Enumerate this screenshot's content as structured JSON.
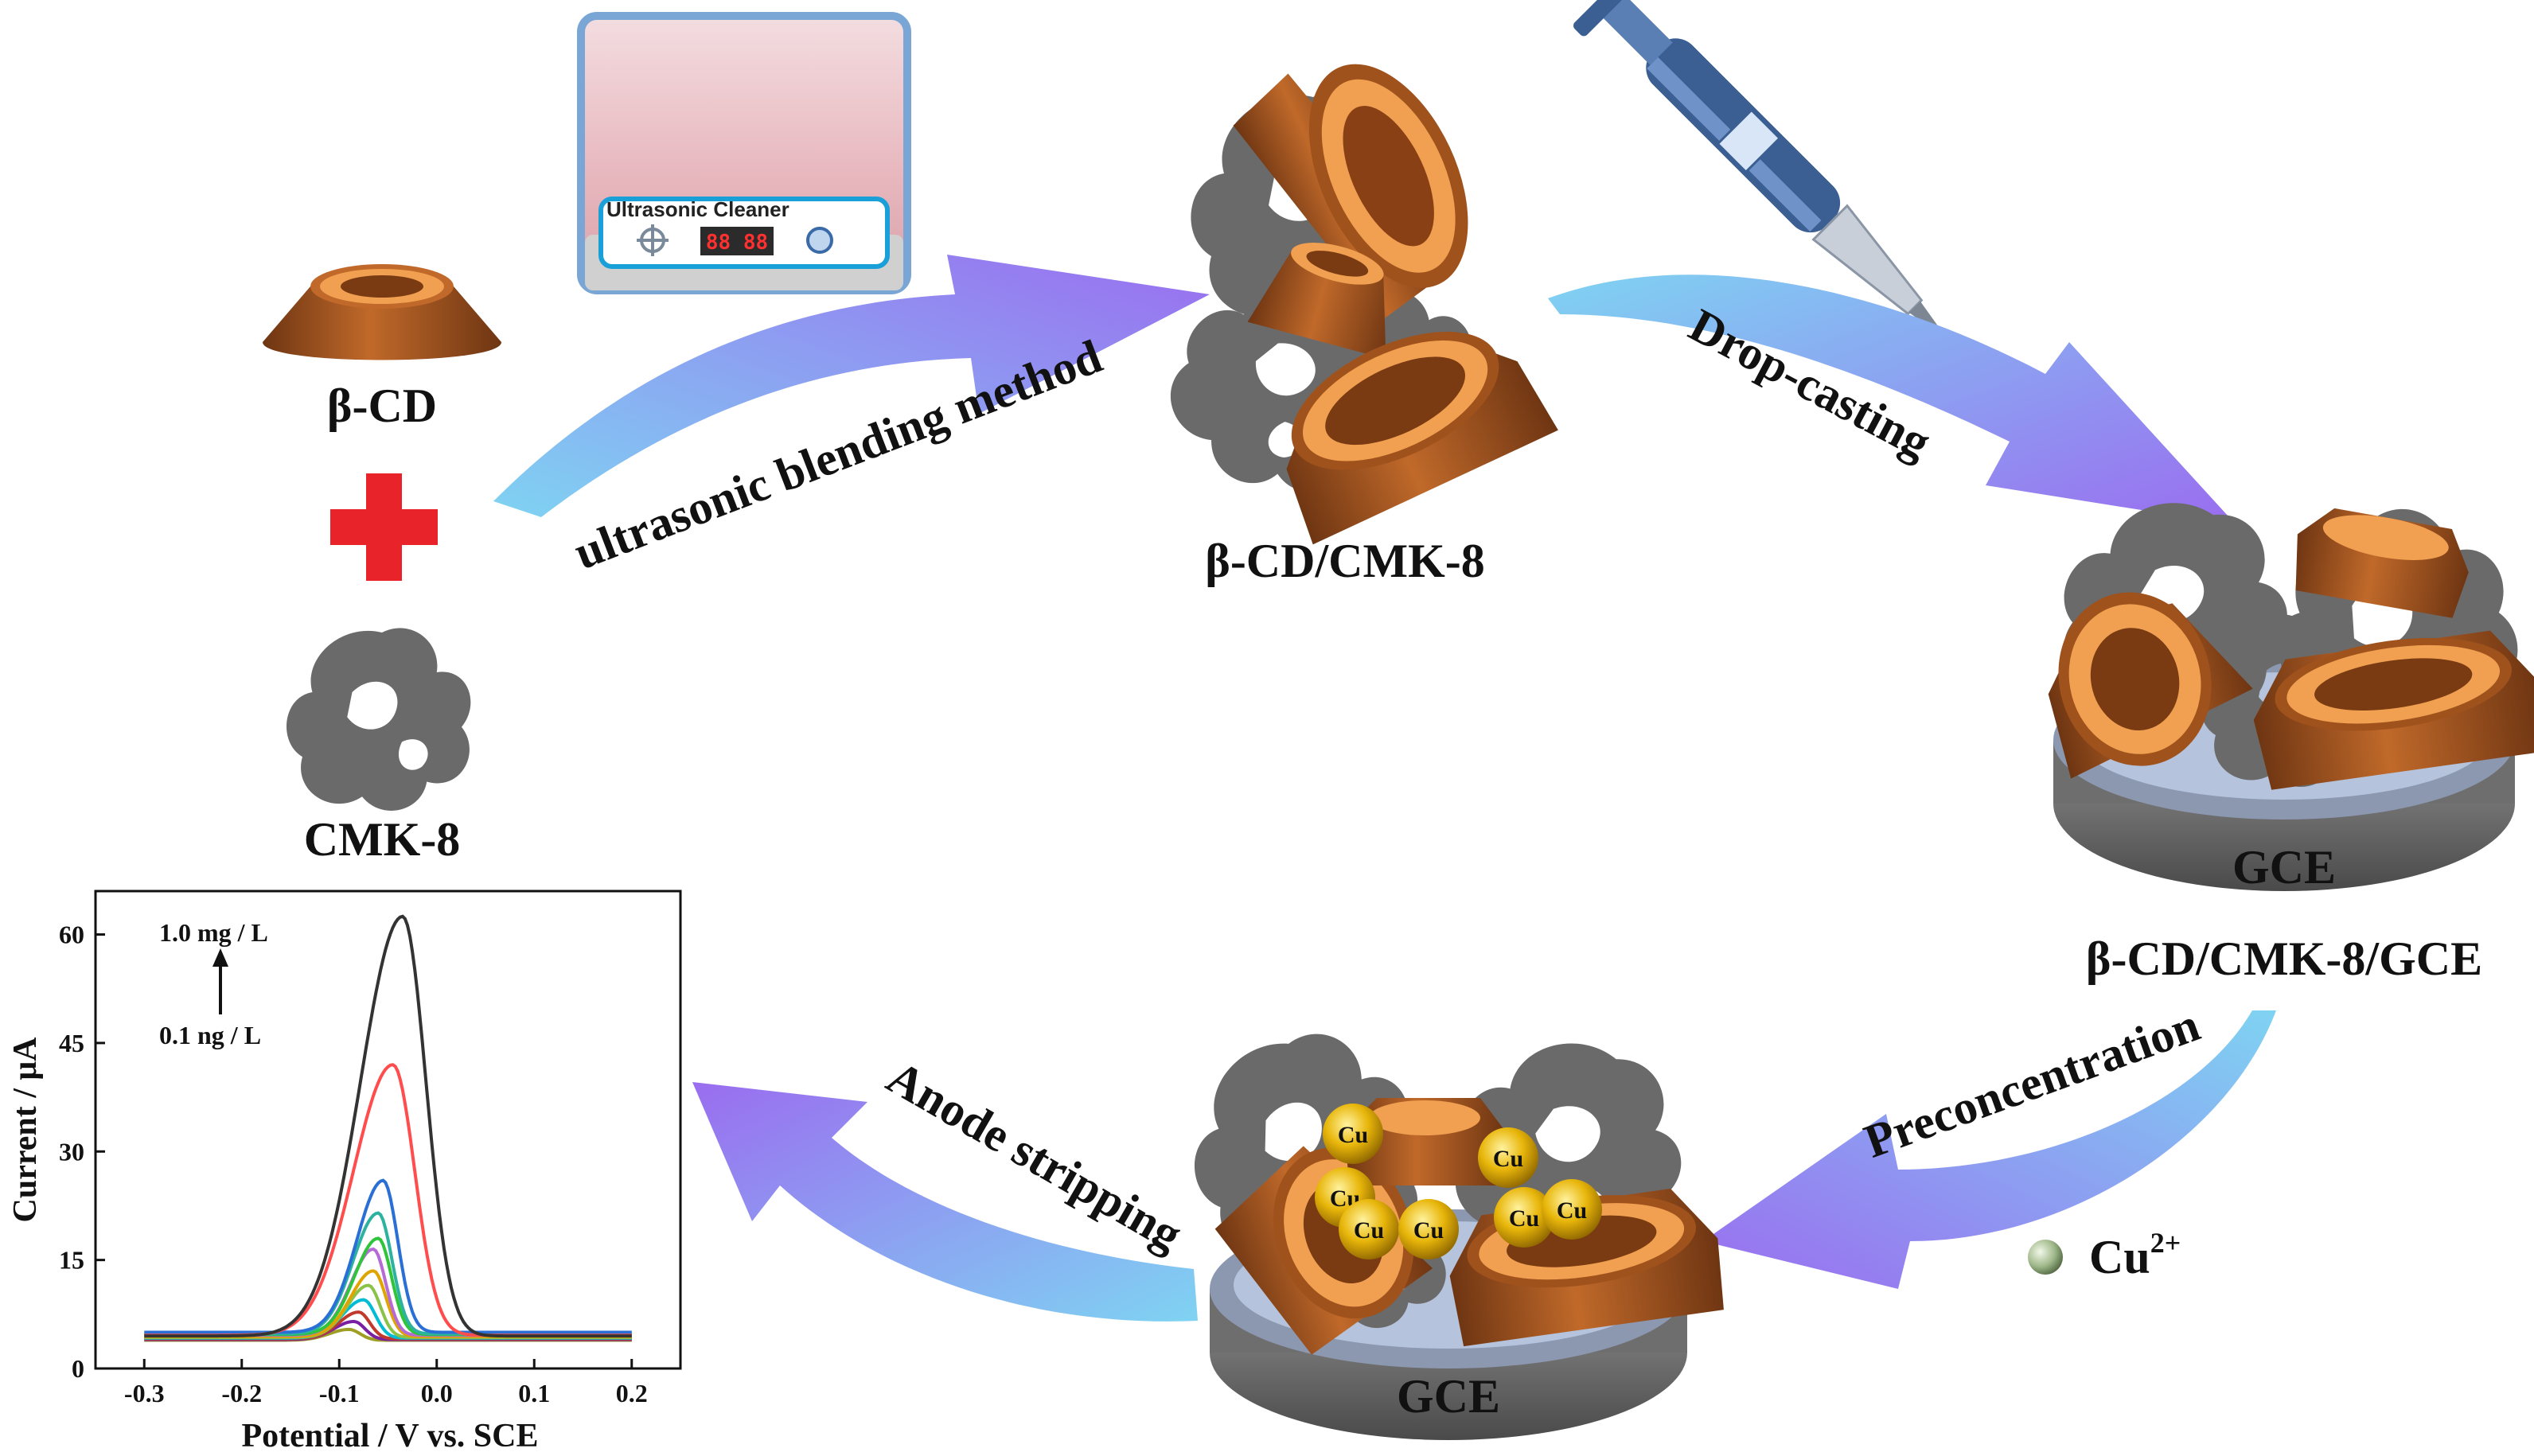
{
  "labels": {
    "beta_cd": "β-CD",
    "cmk8": "CMK-8",
    "composite": "β-CD/CMK-8",
    "modified_electrode": "β-CD/CMK-8/GCE",
    "gce_top": "GCE",
    "gce_bottom": "GCE",
    "cu_ion": "Cu",
    "cu_ion_charge": "2+",
    "cu_particle": "Cu"
  },
  "steps": {
    "ultrasonic": "ultrasonic blending method",
    "drop_casting": "Drop-casting",
    "preconcentration": "Preconcentration",
    "anode_stripping": "Anode stripping"
  },
  "device": {
    "name": "Ultrasonic Cleaner",
    "display": "88 88"
  },
  "colors": {
    "cd_brown": "#a0521c",
    "cd_ring": "#f0a050",
    "cmk_gray": "#6a6a6a",
    "arrow_start": "#7fd3f2",
    "arrow_end": "#9a6df0",
    "red_plus": "#e8232a",
    "gold": "#e8b60a"
  },
  "chart_data": {
    "type": "line",
    "xlabel": "Potential / V vs. SCE",
    "ylabel": "Current / μA",
    "xlim": [
      -0.35,
      0.25
    ],
    "ylim": [
      0,
      66
    ],
    "xticks": [
      -0.3,
      -0.2,
      -0.1,
      0.0,
      0.1,
      0.2
    ],
    "xtick_labels": [
      "-0.3",
      "-0.2",
      "-0.1",
      "0.0",
      "0.1",
      "0.2"
    ],
    "yticks": [
      0,
      15,
      30,
      45,
      60
    ],
    "ytick_labels": [
      "0",
      "15",
      "30",
      "45",
      "60"
    ],
    "annotation_top": "1.0 mg / L",
    "annotation_bottom": "0.1 ng / L",
    "series": [
      {
        "color": "#333333",
        "peak_x": -0.035,
        "peak_y": 62.5,
        "base": 4.5,
        "width": 0.032
      },
      {
        "color": "#ff4d4d",
        "peak_x": -0.045,
        "peak_y": 42,
        "base": 4.6,
        "width": 0.03
      },
      {
        "color": "#2a6fd6",
        "peak_x": -0.055,
        "peak_y": 26,
        "base": 5.0,
        "width": 0.02
      },
      {
        "color": "#2bb3a0",
        "peak_x": -0.06,
        "peak_y": 21.5,
        "base": 4.8,
        "width": 0.019
      },
      {
        "color": "#2fc43a",
        "peak_x": -0.06,
        "peak_y": 18,
        "base": 4.7,
        "width": 0.018
      },
      {
        "color": "#b66ad6",
        "peak_x": -0.065,
        "peak_y": 16.5,
        "base": 4.6,
        "width": 0.017
      },
      {
        "color": "#e0a400",
        "peak_x": -0.065,
        "peak_y": 13.5,
        "base": 4.4,
        "width": 0.017
      },
      {
        "color": "#8bc34a",
        "peak_x": -0.07,
        "peak_y": 11.5,
        "base": 4.3,
        "width": 0.016
      },
      {
        "color": "#00bcd4",
        "peak_x": -0.075,
        "peak_y": 9.5,
        "base": 4.2,
        "width": 0.016
      },
      {
        "color": "#c0392b",
        "peak_x": -0.08,
        "peak_y": 7.8,
        "base": 4.1,
        "width": 0.015
      },
      {
        "color": "#7b1fa2",
        "peak_x": -0.085,
        "peak_y": 6.5,
        "base": 4.0,
        "width": 0.015
      },
      {
        "color": "#9e9d24",
        "peak_x": -0.09,
        "peak_y": 5.4,
        "base": 3.9,
        "width": 0.015
      }
    ]
  }
}
